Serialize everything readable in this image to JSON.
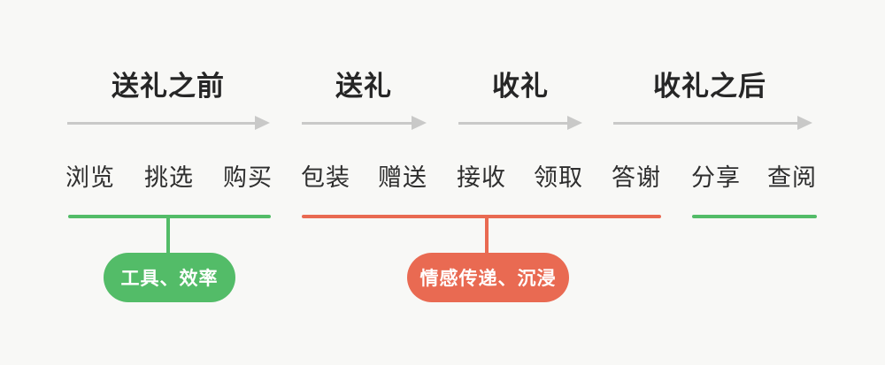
{
  "diagram": {
    "stages": [
      {
        "title": "送礼之前",
        "steps": [
          "浏览",
          "挑选",
          "购买"
        ]
      },
      {
        "title": "送礼",
        "steps": [
          "包装",
          "赠送"
        ]
      },
      {
        "title": "收礼",
        "steps": [
          "接收",
          "领取"
        ]
      },
      {
        "title": "收礼之后",
        "steps": [
          "答谢",
          "分享",
          "查阅"
        ]
      }
    ],
    "annotations": {
      "tool_label": "工具、效率",
      "emotion_label": "情感传递、沉浸"
    },
    "colors": {
      "green": "#53bc68",
      "red": "#e96a52",
      "arrow_gray": "#c9c9c8",
      "title_text": "#262626",
      "step_text": "#2e2e2e",
      "pill_text": "#ffffff",
      "background": "#f8f8f6"
    }
  }
}
